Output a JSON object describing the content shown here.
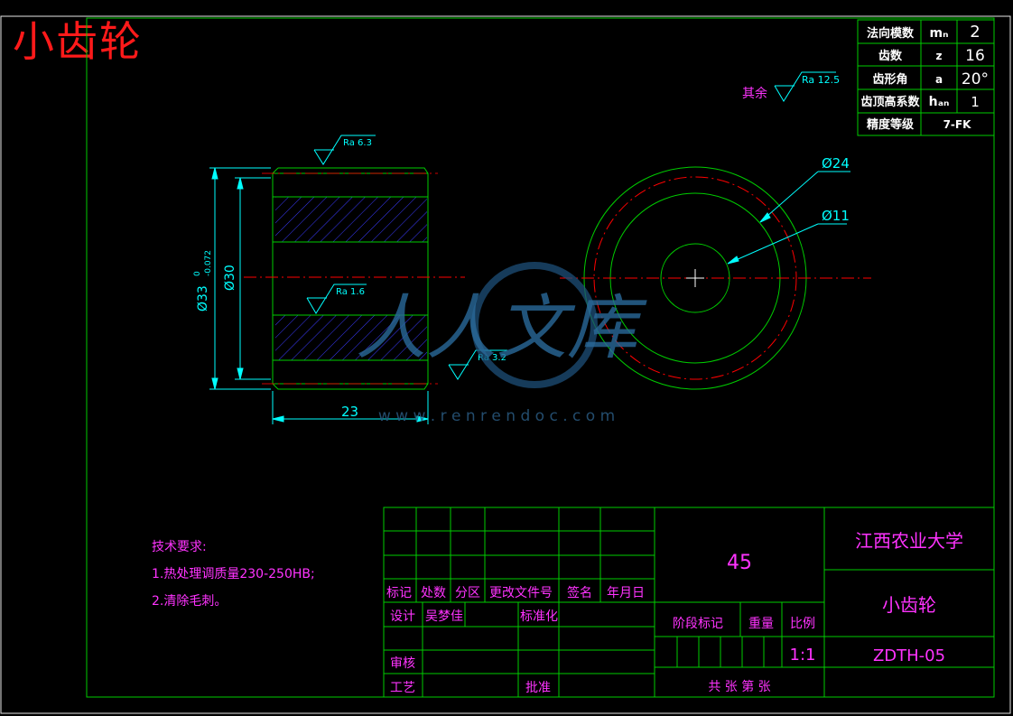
{
  "title": "小齿轮",
  "params": {
    "rows": [
      {
        "label": "法向模数",
        "symbol": "mₙ",
        "value": "2"
      },
      {
        "label": "齿数",
        "symbol": "z",
        "value": "16"
      },
      {
        "label": "齿形角",
        "symbol": "a",
        "value": "20°"
      },
      {
        "label": "齿顶高系数",
        "symbol": "hₐₙ",
        "value": "1"
      },
      {
        "label": "精度等级",
        "symbol": "",
        "value": "7-FK"
      }
    ]
  },
  "roughness": {
    "other_label": "其余",
    "other_value": "Ra 12.5",
    "top": "Ra 6.3",
    "bore": "Ra 1.6",
    "face": "Ra 3.2"
  },
  "dims": {
    "outer_dia": "Ø33",
    "outer_tol_upper": "0",
    "outer_tol_lower": "-0.072",
    "bore_dia": "Ø30",
    "width": "23",
    "circle_outer": "Ø24",
    "circle_inner": "Ø11"
  },
  "tech": {
    "heading": "技术要求:",
    "items": [
      "1.热处理调质量230-250HB;",
      "2.清除毛刺。"
    ]
  },
  "titleblock": {
    "material": "45",
    "school": "江西农业大学",
    "part_name": "小齿轮",
    "drawing_no": "ZDTH-05",
    "scale": "1:1",
    "scale_label": "比例",
    "weight_label": "重量",
    "stage_label": "阶段标记",
    "sheet_text": "共    张  第    张",
    "headers": [
      "标记",
      "处数",
      "分区",
      "更改文件号",
      "签名",
      "年月日"
    ],
    "design_label": "设计",
    "designer": "吴梦佳",
    "standard_label": "标准化",
    "review_label": "审核",
    "process_label": "工艺",
    "approve_label": "批准"
  },
  "watermark": {
    "text": "人人文库",
    "url": "w w w . r e n r e n d o c . c o m"
  },
  "colors": {
    "frame": "#00cc00",
    "dim": "#00ffff",
    "magenta": "#ff33ff",
    "red": "#ff1a1a",
    "hatch": "#3a3aff",
    "center": "#ff0000"
  }
}
